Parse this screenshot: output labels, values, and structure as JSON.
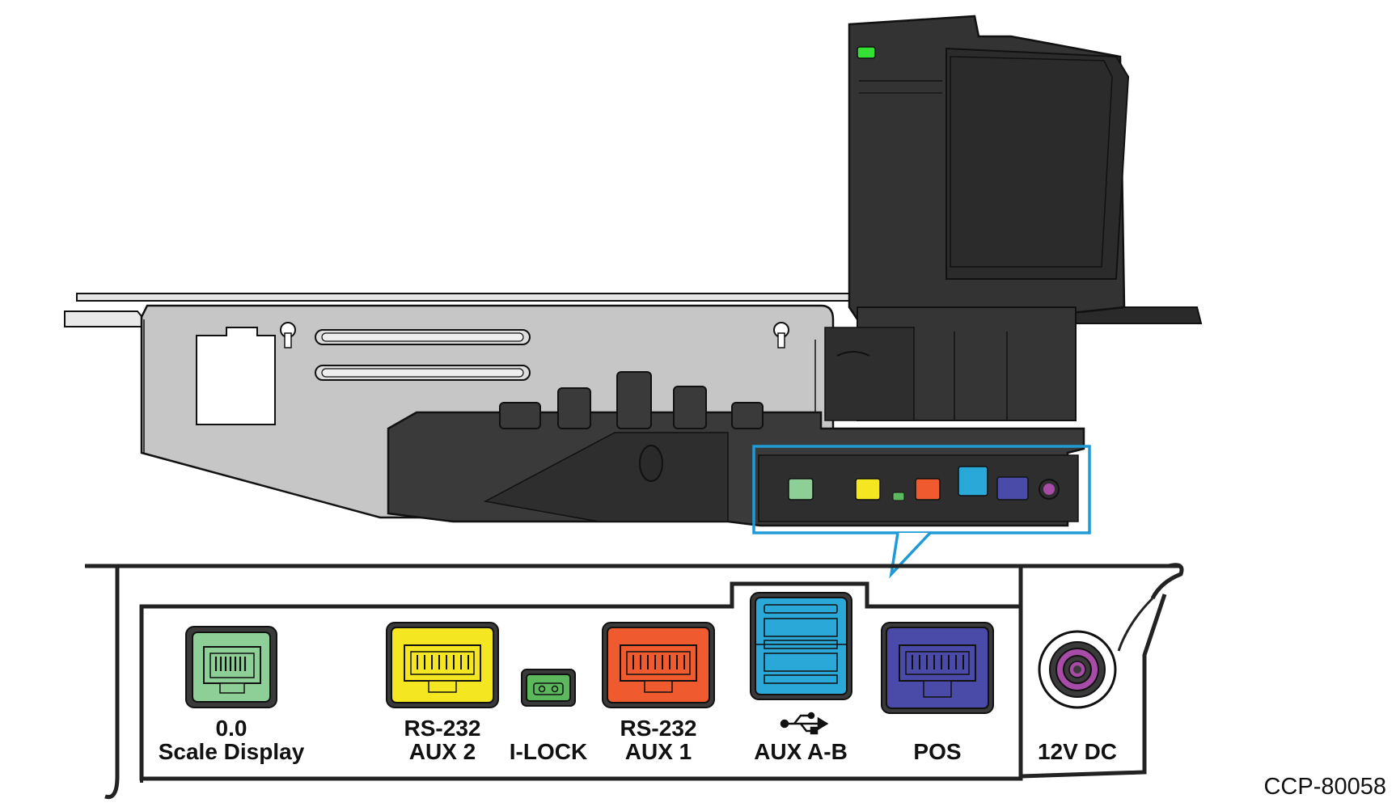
{
  "figure_ref": "CCP-80058",
  "colors": {
    "scale_display": "#8ecf98",
    "rs232_aux2": "#f4e620",
    "ilock": "#5cb85c",
    "rs232_aux1": "#ef5a2e",
    "aux_ab": "#2aa8d8",
    "pos": "#4a4aa8",
    "dc_power": "#a64ca6",
    "callout_border": "#1f9ad6",
    "scanner_body": "#333333",
    "scale_plate": "#c6c6c6",
    "status_led": "#33e033"
  },
  "ports": [
    {
      "id": "scale_display",
      "line1": "0.0",
      "line2": "Scale Display",
      "icon": "rj45-port-icon"
    },
    {
      "id": "rs232_aux2",
      "line1": "RS-232",
      "line2": "AUX 2",
      "icon": "rj45-port-icon"
    },
    {
      "id": "ilock",
      "line1": "",
      "line2": "I-LOCK",
      "icon": "ilock-connector-icon"
    },
    {
      "id": "rs232_aux1",
      "line1": "RS-232",
      "line2": "AUX 1",
      "icon": "rj45-port-icon"
    },
    {
      "id": "aux_ab",
      "line1": "",
      "line2": "AUX A-B",
      "icon": "dual-usb-port-icon",
      "symbol": "usb-icon"
    },
    {
      "id": "pos",
      "line1": "",
      "line2": "POS",
      "icon": "rj45-port-icon"
    },
    {
      "id": "dc_power",
      "line1": "",
      "line2": "12V DC",
      "icon": "dc-barrel-jack-icon"
    }
  ]
}
